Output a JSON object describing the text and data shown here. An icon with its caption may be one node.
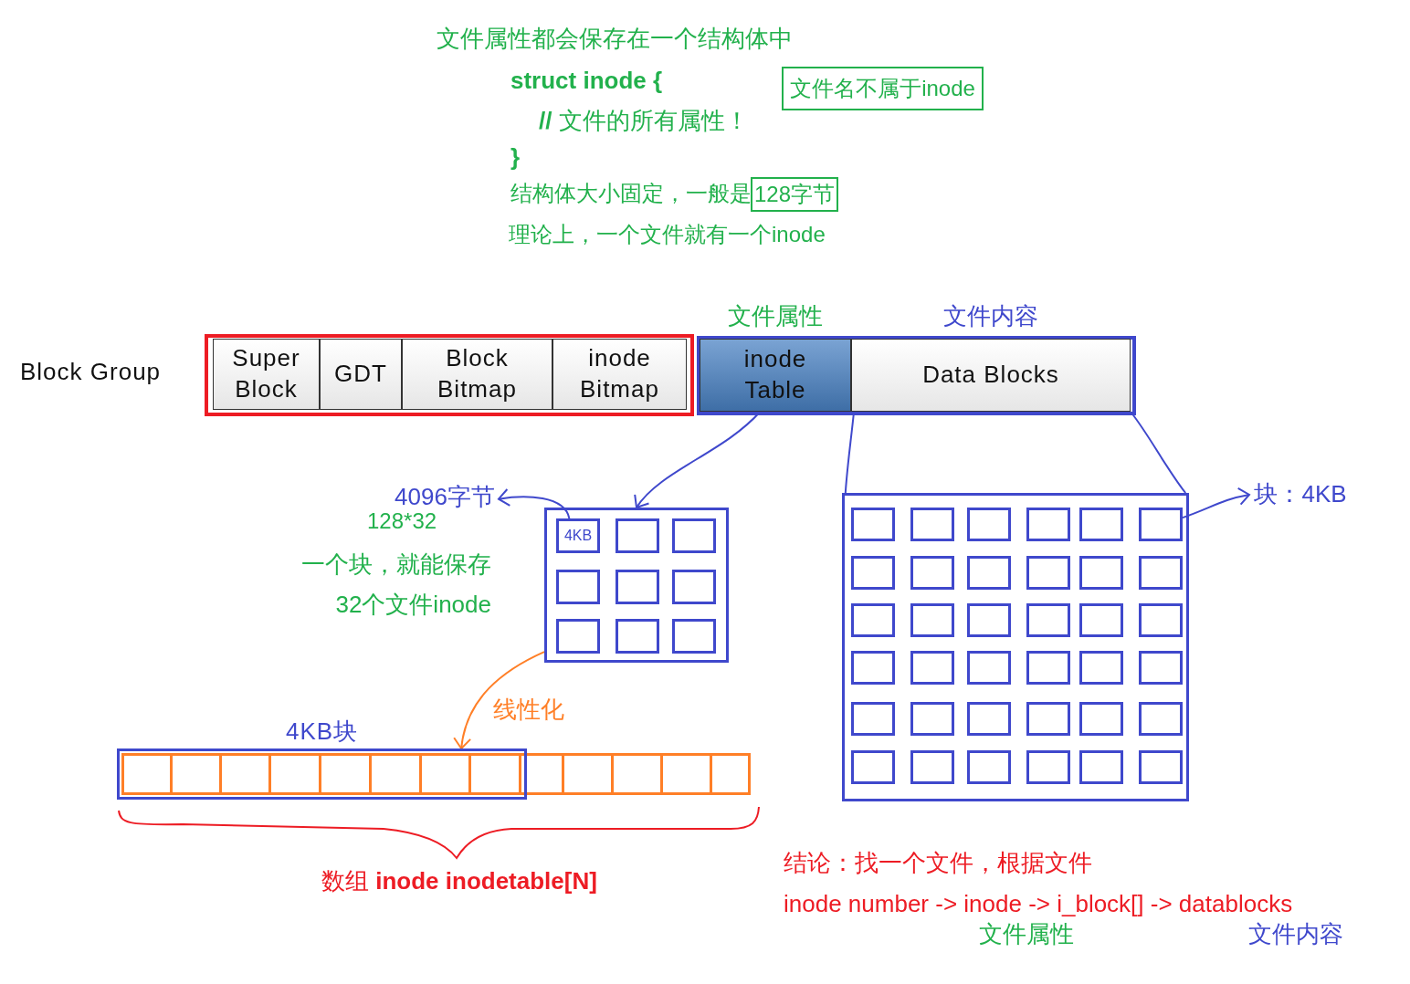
{
  "diagram": {
    "nodes": [
      {
        "text": [],
        "shape": "box"
      },
      {
        "text": [
          "Super Block"
        ],
        "in": 0
      },
      {
        "text": [
          "GDT"
        ],
        "in": 0
      },
      {
        "text": [
          "Block Bitmap"
        ],
        "in": 0
      },
      {
        "text": [
          "inode Bitmap"
        ],
        "in": 0
      },
      {
        "text": [],
        "shape": "box"
      },
      {
        "text": [
          "inode Table"
        ],
        "in": 5,
        "beside": [
          "文件属性"
        ]
      },
      {
        "text": [
          "Data Blocks"
        ],
        "in": 5,
        "beside": [
          "文件内容"
        ]
      },
      {
        "text": [
          "文件名不属于inode"
        ]
      },
      {
        "text": [
          "128字节"
        ]
      },
      {
        "text": [
          "4096字节"
        ]
      },
      {
        "text": [],
        "shape": "box"
      },
      {
        "text": [
          "4KB"
        ],
        "in": 11
      },
      {
        "text": [],
        "shape": "box",
        "in": 11
      },
      {
        "text": [],
        "shape": "box",
        "in": 11
      },
      {
        "text": [],
        "shape": "box",
        "in": 11
      },
      {
        "text": [],
        "shape": "box",
        "in": 11
      },
      {
        "text": [],
        "shape": "box",
        "in": 11
      },
      {
        "text": [],
        "shape": "box",
        "in": 11
      },
      {
        "text": [],
        "shape": "box",
        "in": 11
      },
      {
        "text": [],
        "shape": "box",
        "in": 11
      },
      {
        "text": [
          "块：4KB"
        ]
      },
      {
        "text": [],
        "shape": "box"
      },
      {
        "text": [],
        "shape": "box",
        "in": 22
      },
      {
        "text": [],
        "shape": "box",
        "in": 22
      },
      {
        "text": [],
        "shape": "box",
        "in": 22
      },
      {
        "text": [],
        "shape": "box",
        "in": 22
      },
      {
        "text": [],
        "shape": "box",
        "in": 22
      },
      {
        "text": [],
        "shape": "box",
        "in": 22
      },
      {
        "text": [],
        "shape": "box",
        "in": 22
      },
      {
        "text": [],
        "shape": "box",
        "in": 22
      },
      {
        "text": [],
        "shape": "box",
        "in": 22
      },
      {
        "text": [],
        "shape": "box",
        "in": 22
      },
      {
        "text": [],
        "shape": "box",
        "in": 22
      },
      {
        "text": [],
        "shape": "box",
        "in": 22
      },
      {
        "text": [],
        "shape": "box",
        "in": 22
      },
      {
        "text": [],
        "shape": "box",
        "in": 22
      },
      {
        "text": [],
        "shape": "box",
        "in": 22
      },
      {
        "text": [],
        "shape": "box",
        "in": 22
      },
      {
        "text": [],
        "shape": "box",
        "in": 22
      },
      {
        "text": [],
        "shape": "box",
        "in": 22
      },
      {
        "text": [],
        "shape": "box",
        "in": 22
      },
      {
        "text": [],
        "shape": "box",
        "in": 22
      },
      {
        "text": [],
        "shape": "box",
        "in": 22
      },
      {
        "text": [],
        "shape": "box",
        "in": 22
      },
      {
        "text": [],
        "shape": "box",
        "in": 22
      },
      {
        "text": [],
        "shape": "box",
        "in": 22
      },
      {
        "text": [],
        "shape": "box",
        "in": 22
      },
      {
        "text": [],
        "shape": "box",
        "in": 22
      },
      {
        "text": [],
        "shape": "box",
        "in": 22
      },
      {
        "text": [],
        "shape": "box",
        "in": 22
      },
      {
        "text": [],
        "shape": "box",
        "in": 22
      },
      {
        "text": [],
        "shape": "box",
        "in": 22
      },
      {
        "text": [],
        "shape": "box",
        "in": 22
      },
      {
        "text": [],
        "shape": "box",
        "in": 22
      },
      {
        "text": [],
        "shape": "box",
        "in": 22
      },
      {
        "text": [],
        "shape": "box",
        "in": 22
      },
      {
        "text": [],
        "shape": "box",
        "in": 22
      },
      {
        "text": [],
        "shape": "box",
        "in": 22
      },
      {
        "text": [
          "4KB块"
        ]
      },
      {
        "text": [],
        "shape": "box"
      },
      {
        "text": [],
        "shape": "box",
        "in": 59
      },
      {
        "text": [],
        "shape": "box",
        "in": 59
      },
      {
        "text": [],
        "shape": "box",
        "in": 59
      },
      {
        "text": [],
        "shape": "box",
        "in": 59
      },
      {
        "text": [],
        "shape": "box",
        "in": 59
      },
      {
        "text": [],
        "shape": "box",
        "in": 59
      },
      {
        "text": [],
        "shape": "box",
        "in": 59
      },
      {
        "text": [],
        "shape": "box",
        "in": 59
      },
      {
        "text": [],
        "shape": "box",
        "in": 60
      },
      {
        "text": [],
        "shape": "box",
        "in": 60
      },
      {
        "text": [],
        "shape": "box",
        "in": 60
      },
      {
        "text": [],
        "shape": "box",
        "in": 60
      },
      {
        "text": [],
        "shape": "box",
        "in": 60
      }
    ],
    "edges": [
      {
        "from": 6,
        "to": 11,
        "arrow": "to"
      },
      {
        "from": 12,
        "to": 10,
        "arrow": "to"
      },
      {
        "from": 7,
        "to": 22,
        "arrow": "none"
      },
      {
        "from": 7,
        "to": 22,
        "arrow": "none"
      },
      {
        "from": 28,
        "to": 21,
        "arrow": "to"
      },
      {
        "from": 11,
        "to": 59,
        "arrow": "to",
        "label": "线性化",
        "color": "#ff7f27"
      }
    ],
    "labels": [
      "文件属性都会保存在一个结构体中",
      "struct inode {",
      "**//** 文件的所有属性！",
      "}",
      "结构体大小固定，一般是",
      "理论上，一个文件就有一个inode",
      "Block Group",
      "128*32",
      "一个块，就能保存32个文件inode",
      "数组 **inode inodetable[N]**",
      "结论：找一个文件，根据文件",
      "inode number -> inode -> i_block[] -> datablocks",
      "文件属性",
      "文件内容"
    ]
  }
}
